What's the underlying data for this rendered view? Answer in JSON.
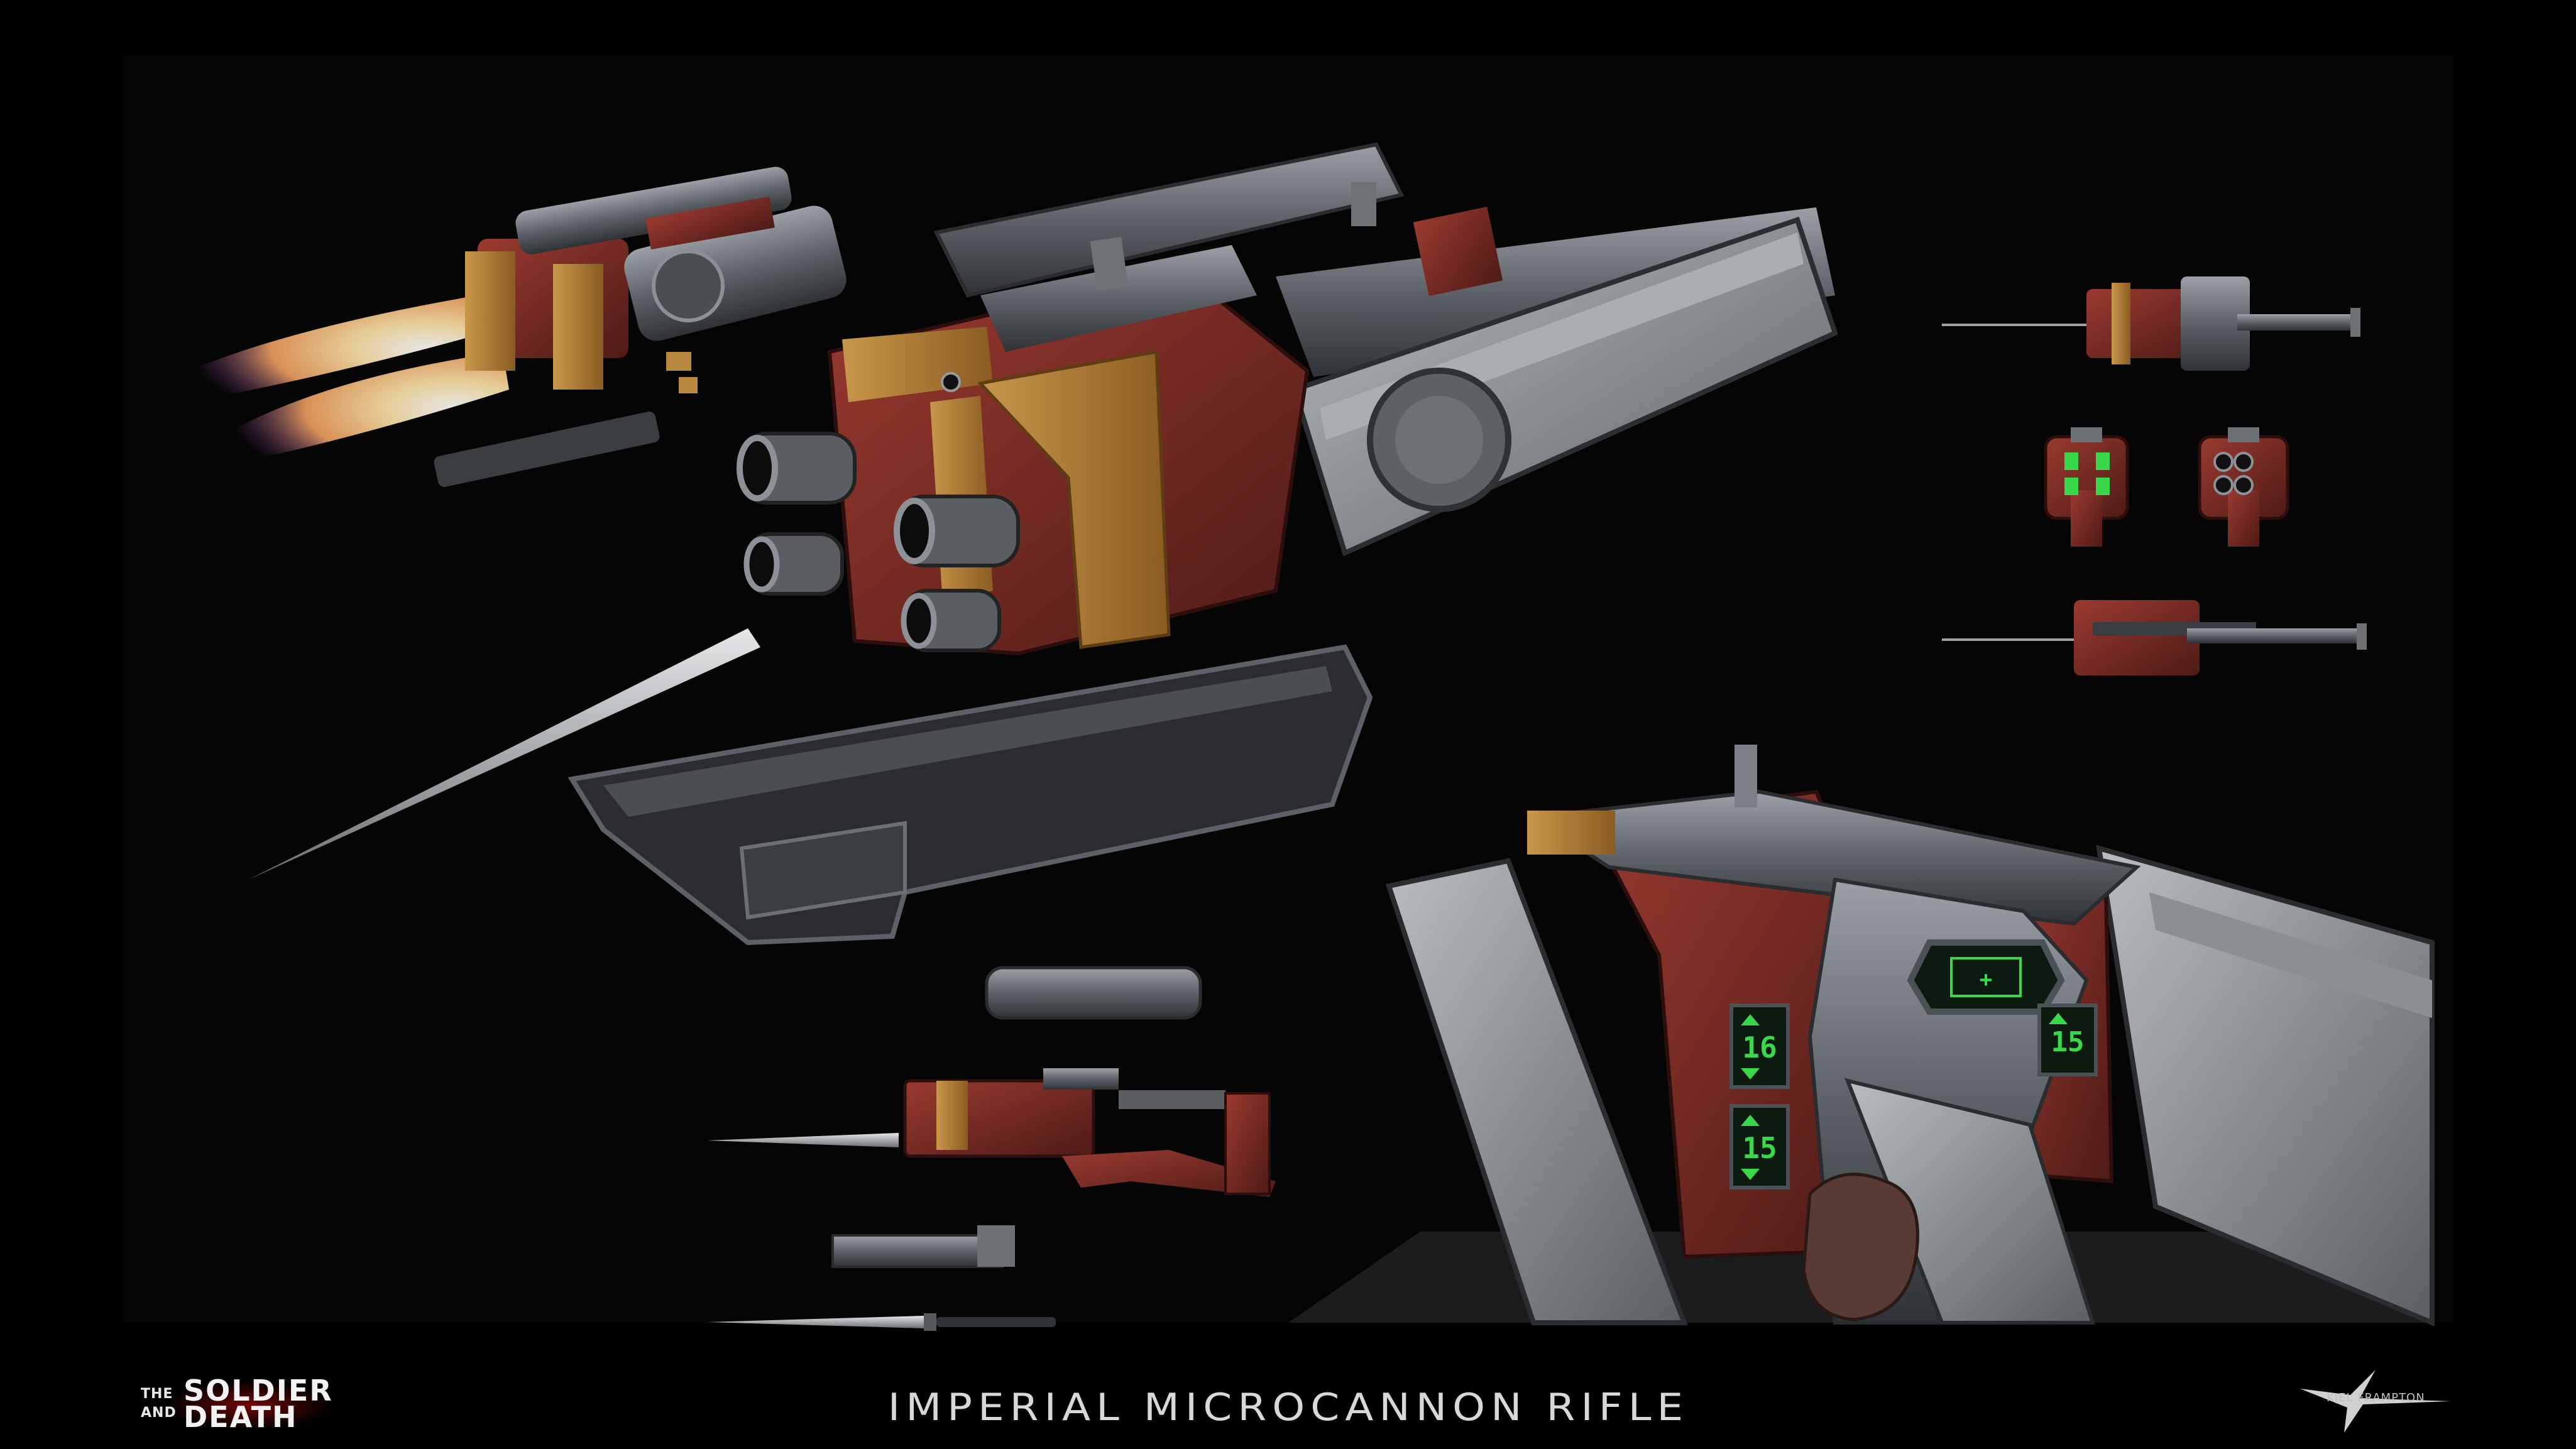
{
  "title": "IMPERIAL MICROCANNON RIFLE",
  "logo": {
    "line1_small": "THE",
    "line1": "SOLDIER",
    "line2_small": "AND",
    "line2": "DEATH"
  },
  "artist_signature": "KIEL FRAMPTON",
  "hud_counters": {
    "left_top": "16",
    "left_bottom": "15",
    "right_top": "15"
  },
  "hud_screen_symbol": "+",
  "colors": {
    "background": "#000000",
    "metal": "#6e7277",
    "red_plating": "#7a2a24",
    "brass_plating": "#a8762f",
    "hud_green": "#39d84a"
  }
}
